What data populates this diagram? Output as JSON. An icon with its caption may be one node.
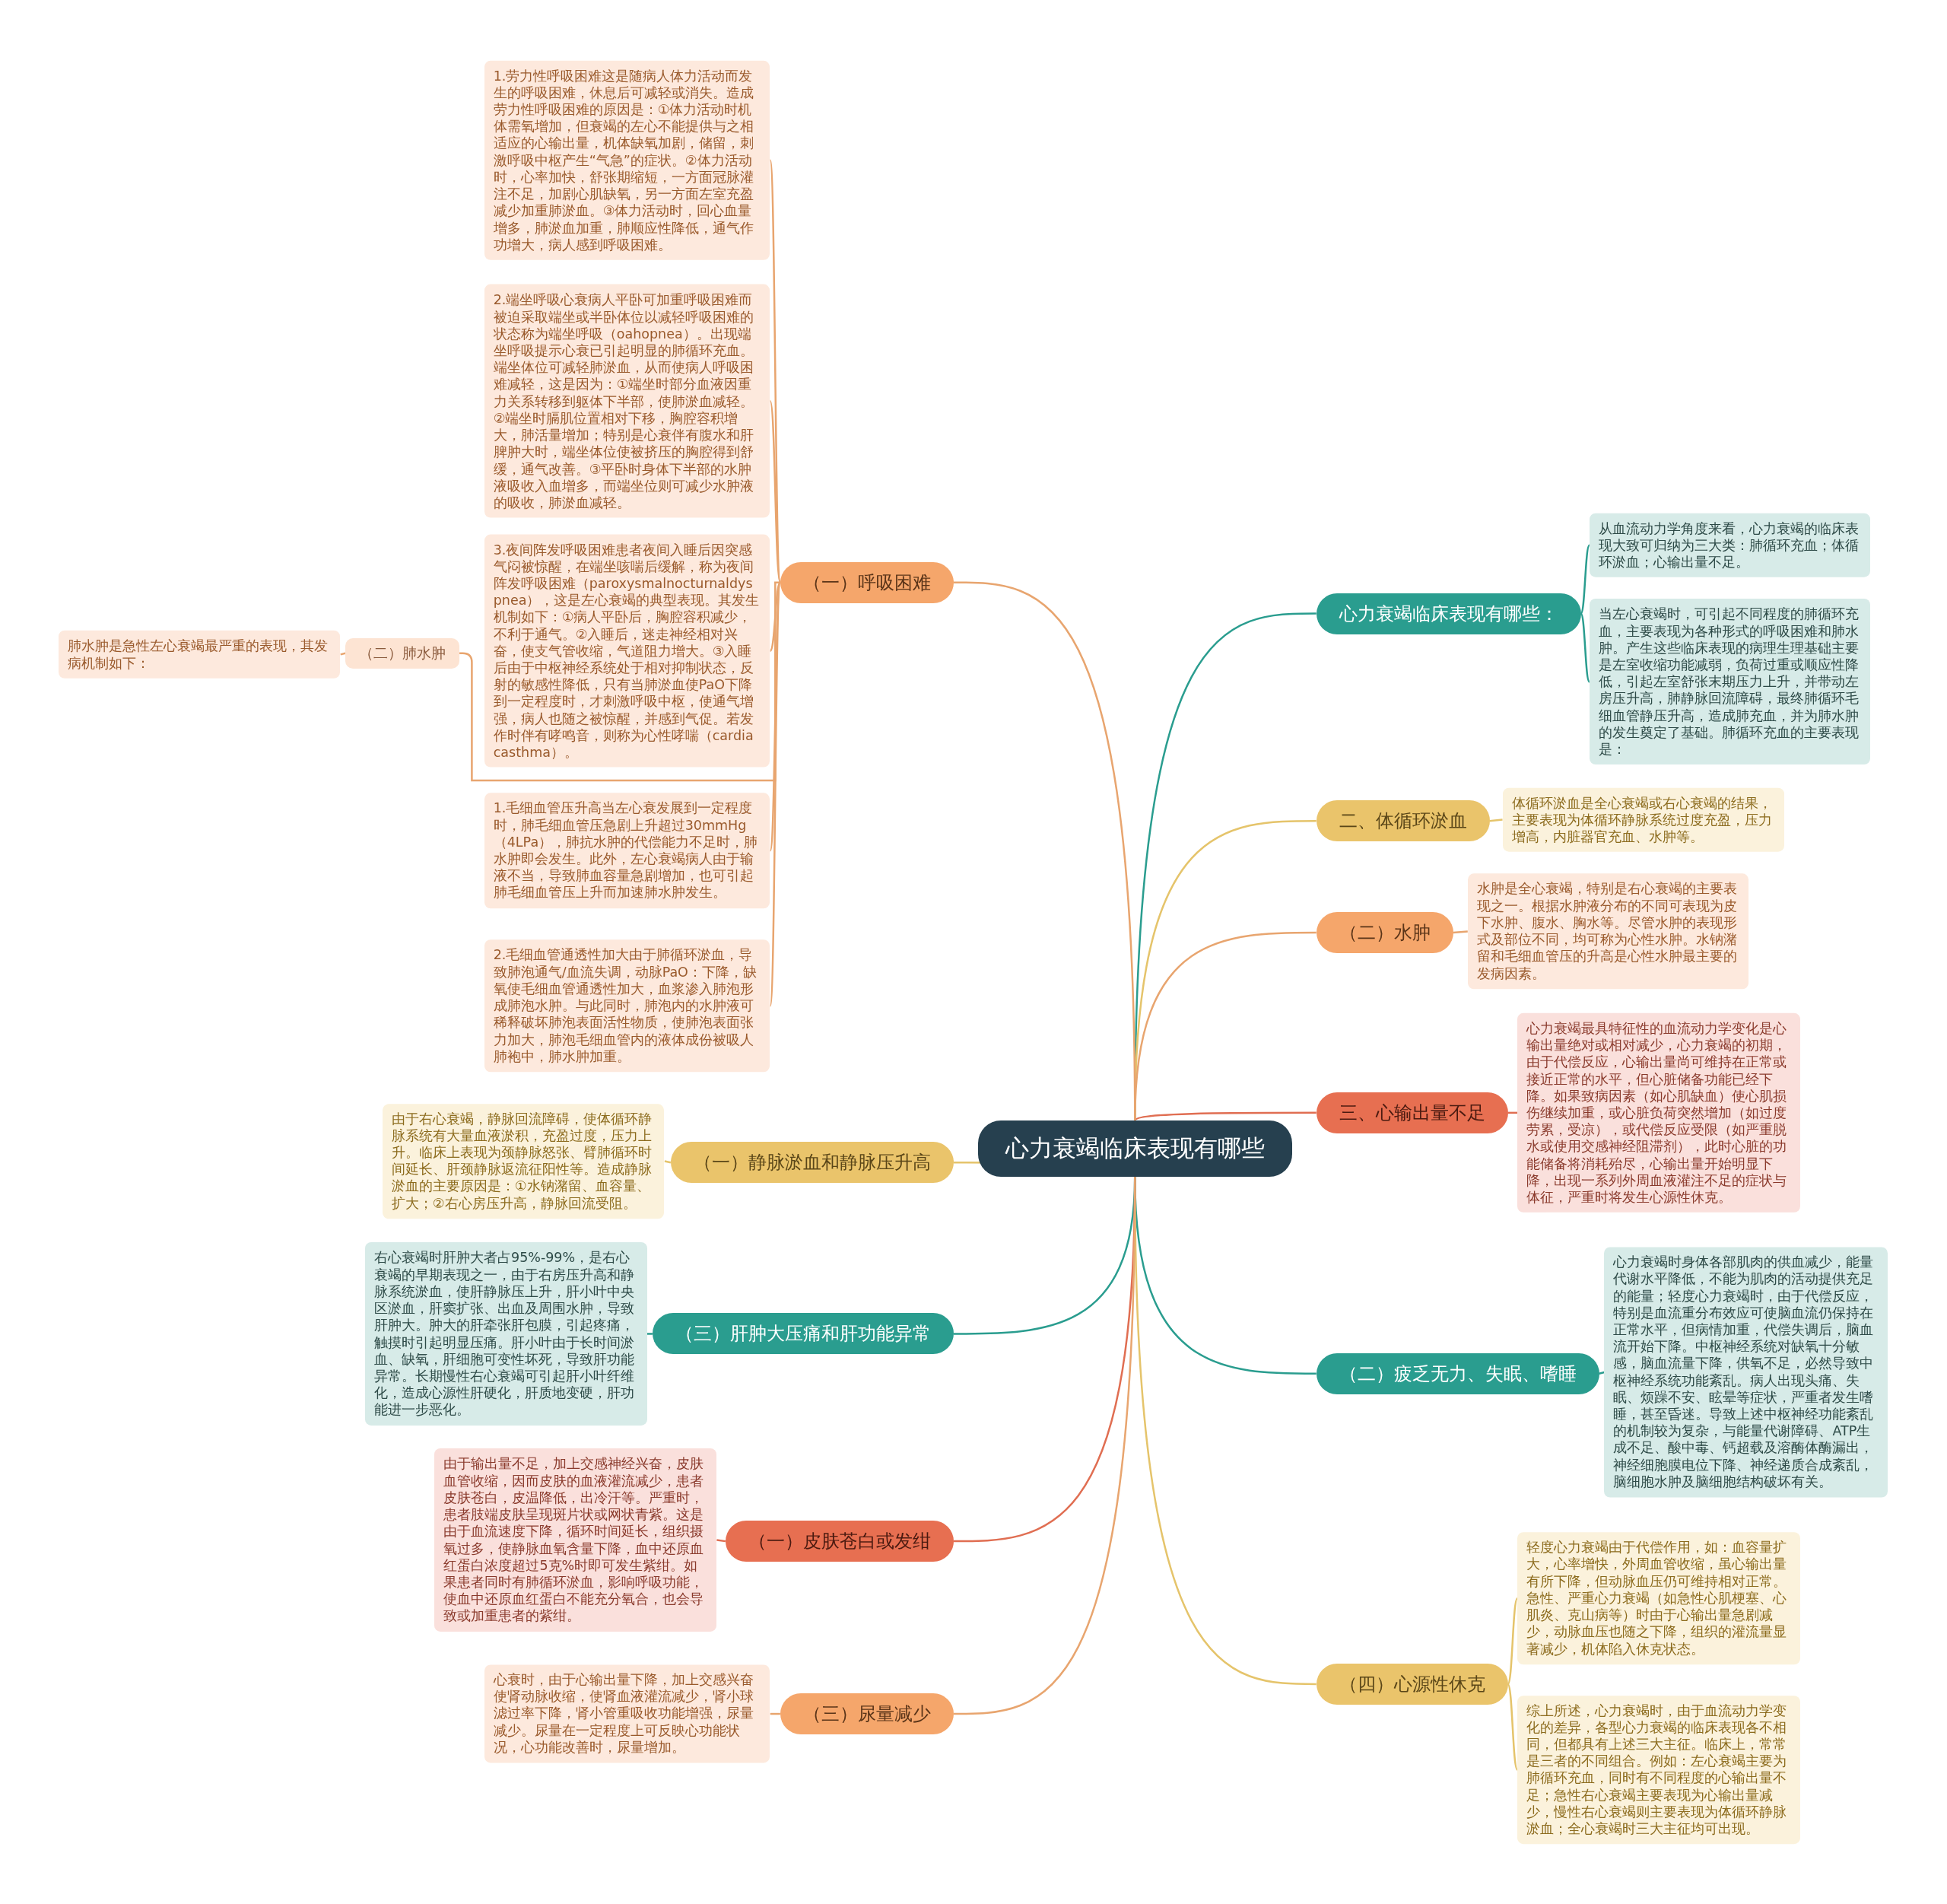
{
  "diagram": {
    "nodes": [
      {
        "text": [
          "心力衰竭临床表现有哪些"
        ]
      },
      {
        "text": [
          "心力衰竭临床表现有哪些："
        ]
      },
      {
        "text": [
          "从血流动力学角度来看，心力衰竭的临床表现大致可归纳为三大类：肺循环充血；体循环淤血；心输出量不足。"
        ]
      },
      {
        "text": [
          "当左心衰竭时，可引起不同程度的肺循环充血，主要表现为各种形式的呼吸困难和肺水肿。产生这些临床表现的病理生理基础主要是左室收缩功能减弱，负荷过重或顺应性降低，引起左室舒张末期压力上升，并带动左房压升高，肺静脉回流障碍，最终肺循环毛细血管静压升高，造成肺充血，并为肺水肿的发生奠定了基础。肺循环充血的主要表现是："
        ]
      },
      {
        "text": [
          "二、体循环淤血"
        ]
      },
      {
        "text": [
          "体循环淤血是全心衰竭或右心衰竭的结果，主要表现为体循环静脉系统过度充盈，压力增高，内脏器官充血、水肿等。"
        ]
      },
      {
        "text": [
          "（二）水肿"
        ]
      },
      {
        "text": [
          "水肿是全心衰竭，特别是右心衰竭的主要表现之一。根据水肿液分布的不同可表现为皮下水肿、腹水、胸水等。尽管水肿的表现形式及部位不同，均可称为心性水肿。水钠潴留和毛细血管压的升高是心性水肿最主要的发病因素。"
        ]
      },
      {
        "text": [
          "三、心输出量不足"
        ]
      },
      {
        "text": [
          "心力衰竭最具特征性的血流动力学变化是心输出量绝对或相对减少，心力衰竭的初期，由于代偿反应，心输出量尚可维持在正常或接近正常的水平，但心脏储备功能已经下降。如果致病因素（如心肌缺血）使心肌损伤继续加重，或心脏负荷突然增加（如过度劳累，受凉），或代偿反应受限（如严重脱水或使用交感神经阻滞剂），此时心脏的功能储备将消耗殆尽，心输出量开始明显下降，出现一系列外周血液灌注不足的症状与体征，严重时将发生心源性休克。"
        ]
      },
      {
        "text": [
          "（二）疲乏无力、失眠、嗜睡"
        ]
      },
      {
        "text": [
          "心力衰竭时身体各部肌肉的供血减少，能量代谢水平降低，不能为肌肉的活动提供充足的能量；轻度心力衰竭时，由于代偿反应，特别是血流重分布效应可使脑血流仍保持在正常水平，但病情加重，代偿失调后，脑血流开始下降。中枢神经系统对缺氧十分敏感，脑血流量下降，供氧不足，必然导致中枢神经系统功能紊乱。病人出现头痛、失眠、烦躁不安、眩晕等症状，严重者发生嗜睡，甚至昏迷。导致上述中枢神经功能紊乱的机制较为复杂，与能量代谢障碍、ATP生成不足、酸中毒、钙超载及溶酶体酶漏出，神经细胞膜电位下降、神经递质合成紊乱，脑细胞水肿及脑细胞结构破坏有关。"
        ]
      },
      {
        "text": [
          "（四）心源性休克"
        ]
      },
      {
        "text": [
          "轻度心力衰竭由于代偿作用，如：血容量扩大，心率增快，外周血管收缩，虽心输出量有所下降，但动脉血压仍可维持相对正常。急性、严重心力衰竭（如急性心肌梗塞、心肌炎、克山病等）时由于心输出量急剧减少，动脉血压也随之下降，组织的灌流量显著减少，机体陷入休克状态。"
        ]
      },
      {
        "text": [
          "综上所述，心力衰竭时，由于血流动力学变化的差异，各型心力衰竭的临床表现各不相同，但都具有上述三大主征。临床上，常常是三者的不同组合。例如：左心衰竭主要为肺循环充血，同时有不同程度的心输出量不足；急性右心衰竭主要表现为心输出量减少，慢性右心衰竭则主要表现为体循环静脉淤血；全心衰竭时三大主征均可出现。"
        ]
      },
      {
        "text": [
          "（一）呼吸困难"
        ]
      },
      {
        "text": [
          "1.劳力性呼吸困难这是随病人体力活动而发生的呼吸困难，休息后可减轻或消失。造成劳力性呼吸困难的原因是：①体力活动时机体需氧增加，但衰竭的左心不能提供与之相适应的心输出量，机体缺氧加剧，储留，刺激呼吸中枢产生“气急”的症状。②体力活动时，心率加快，舒张期缩短，一方面冠脉灌注不足，加剧心肌缺氧，另一方面左室充盈减少加重肺淤血。③体力活动时，回心血量增多，肺淤血加重，肺顺应性降低，通气作功增大，病人感到呼吸困难。"
        ]
      },
      {
        "text": [
          "2.端坐呼吸心衰病人平卧可加重呼吸困难而被迫采取端坐或半卧体位以减轻呼吸困难的状态称为端坐呼吸（oahopnea）。出现端坐呼吸提示心衰已引起明显的肺循环充血。端坐体位可减轻肺淤血，从而使病人呼吸困难减轻，这是因为：①端坐时部分血液因重力关系转移到躯体下半部，使肺淤血减轻。②端坐时膈肌位置相对下移，胸腔容积增大，肺活量增加；特别是心衰伴有腹水和肝脾肿大时，端坐体位使被挤压的胸腔得到舒缓，通气改善。③平卧时身体下半部的水肿液吸收入血增多，而端坐位则可减少水肿液的吸收，肺淤血减轻。"
        ]
      },
      {
        "text": [
          "3.夜间阵发呼吸困难患者夜间入睡后因突感气闷被惊醒，在端坐咳喘后缓解，称为夜间阵发呼吸困难（paroxysmalnocturnaldyspnea），这是左心衰竭的典型表现。其发生机制如下：①病人平卧后，胸腔容积减少，不利于通气。②入睡后，迷走神经相对兴奋，使支气管收缩，气道阻力增大。③入睡后由于中枢神经系统处于相对抑制状态，反射的敏感性降低，只有当肺淤血使PaO下降到一定程度时，才刺激呼吸中枢，使通气增强，病人也随之被惊醒，并感到气促。若发作时伴有哮鸣音，则称为心性哮喘（cardiacasthma）。"
        ]
      },
      {
        "text": [
          "1.毛细血管压升高当左心衰发展到一定程度时，肺毛细血管压急剧上升超过30mmHg（4LPa），肺抗水肿的代偿能力不足时，肺水肿即会发生。此外，左心衰竭病人由于输液不当，导致肺血容量急剧增加，也可引起肺毛细血管压上升而加速肺水肿发生。"
        ]
      },
      {
        "text": [
          "2.毛细血管通透性加大由于肺循环淤血，导致肺泡通气/血流失调，动脉PaO：下降，缺氧使毛细血管通透性加大，血浆渗入肺泡形成肺泡水肿。与此同时，肺泡内的水肿液可稀释破坏肺泡表面活性物质，使肺泡表面张力加大，肺泡毛细血管内的液体成份被吸人肺袍中，肺水肿加重。"
        ]
      },
      {
        "text": [
          "（二）肺水肿"
        ]
      },
      {
        "text": [
          "肺水肿是急性左心衰竭最严重的表现，其发病机制如下："
        ]
      },
      {
        "text": [
          "（一）静脉淤血和静脉压升高"
        ]
      },
      {
        "text": [
          "由于右心衰竭，静脉回流障碍，使体循环静脉系统有大量血液淤积，充盈过度，压力上升。临床上表现为颈静脉怒张、臂肺循环时间延长、肝颈静脉返流征阳性等。造成静脉淤血的主要原因是：①水钠潴留、血容量、扩大；②右心房压升高，静脉回流受阻。"
        ]
      },
      {
        "text": [
          "（三）肝肿大压痛和肝功能异常"
        ]
      },
      {
        "text": [
          "右心衰竭时肝肿大者占95%-99%，是右心衰竭的早期表现之一，由于右房压升高和静脉系统淤血，使肝静脉压上升，肝小叶中央区淤血，肝窦扩张、出血及周围水肿，导致肝肿大。肿大的肝牵张肝包膜，引起疼痛，触摸时引起明显压痛。肝小叶由于长时间淤血、缺氧，肝细胞可变性坏死，导致肝功能异常。长期慢性右心衰竭可引起肝小叶纤维化，造成心源性肝硬化，肝质地变硬，肝功能进一步恶化。"
        ]
      },
      {
        "text": [
          "（一）皮肤苍白或发绀"
        ]
      },
      {
        "text": [
          "由于输出量不足，加上交感神经兴奋，皮肤血管收缩，因而皮肤的血液灌流减少，患者皮肤苍白，皮温降低，出冷汗等。严重时，患者肢端皮肤呈现斑片状或网状青紫。这是由于血流速度下降，循环时间延长，组织摄氧过多，使静脉血氧含量下降，血中还原血红蛋白浓度超过5克%时即可发生紫绀。如果患者同时有肺循环淤血，影响呼吸功能，使血中还原血红蛋白不能充分氧合，也会导致或加重患者的紫绀。"
        ]
      },
      {
        "text": [
          "（三）尿量减少"
        ]
      },
      {
        "text": [
          "心衰时，由于心输出量下降，加上交感兴奋使肾动脉收缩，使肾血液灌流减少，肾小球滤过率下降，肾小管重吸收功能增强，尿量减少。尿量在一定程度上可反映心功能状况，心功能改善时，尿量增加。"
        ]
      }
    ],
    "edges": [
      {
        "from": 0,
        "to": 1,
        "arrow": "none",
        "color": "#2a9d8f"
      },
      {
        "from": 0,
        "to": 4,
        "arrow": "none",
        "color": "#e5c46b"
      },
      {
        "from": 0,
        "to": 6,
        "arrow": "none",
        "color": "#e8a56f"
      },
      {
        "from": 0,
        "to": 8,
        "arrow": "none",
        "color": "#e06e52"
      },
      {
        "from": 0,
        "to": 10,
        "arrow": "none",
        "color": "#2a9d8f"
      },
      {
        "from": 0,
        "to": 12,
        "arrow": "none",
        "color": "#e5c46b"
      },
      {
        "from": 0,
        "to": 15,
        "arrow": "none",
        "color": "#e8a56f"
      },
      {
        "from": 0,
        "to": 23,
        "arrow": "none",
        "color": "#e5c46b"
      },
      {
        "from": 0,
        "to": 25,
        "arrow": "none",
        "color": "#2a9d8f"
      },
      {
        "from": 0,
        "to": 27,
        "arrow": "none",
        "color": "#e06e52"
      },
      {
        "from": 0,
        "to": 29,
        "arrow": "none",
        "color": "#e8a56f"
      },
      {
        "from": 1,
        "to": 2,
        "arrow": "none",
        "color": "#2a9d8f"
      },
      {
        "from": 1,
        "to": 3,
        "arrow": "none",
        "color": "#2a9d8f"
      },
      {
        "from": 4,
        "to": 5,
        "arrow": "none",
        "color": "#e5c46b"
      },
      {
        "from": 6,
        "to": 7,
        "arrow": "none",
        "color": "#e8a56f"
      },
      {
        "from": 8,
        "to": 9,
        "arrow": "none",
        "color": "#e06e52"
      },
      {
        "from": 10,
        "to": 11,
        "arrow": "none",
        "color": "#2a9d8f"
      },
      {
        "from": 12,
        "to": 13,
        "arrow": "none",
        "color": "#e5c46b"
      },
      {
        "from": 12,
        "to": 14,
        "arrow": "none",
        "color": "#e5c46b"
      },
      {
        "from": 15,
        "to": 16,
        "arrow": "none",
        "color": "#e8a56f"
      },
      {
        "from": 15,
        "to": 17,
        "arrow": "none",
        "color": "#e8a56f"
      },
      {
        "from": 15,
        "to": 18,
        "arrow": "none",
        "color": "#e8a56f"
      },
      {
        "from": 15,
        "to": 19,
        "arrow": "none",
        "color": "#e8a56f"
      },
      {
        "from": 15,
        "to": 20,
        "arrow": "none",
        "color": "#e8a56f"
      },
      {
        "from": 15,
        "to": 21,
        "arrow": "none",
        "color": "#e8a56f"
      },
      {
        "from": 21,
        "to": 22,
        "arrow": "none",
        "color": "#e8a56f"
      },
      {
        "from": 23,
        "to": 24,
        "arrow": "none",
        "color": "#e5c46b"
      },
      {
        "from": 25,
        "to": 26,
        "arrow": "none",
        "color": "#2a9d8f"
      },
      {
        "from": 27,
        "to": 28,
        "arrow": "none",
        "color": "#e06e52"
      },
      {
        "from": 29,
        "to": 30,
        "arrow": "none",
        "color": "#e8a56f"
      }
    ]
  }
}
